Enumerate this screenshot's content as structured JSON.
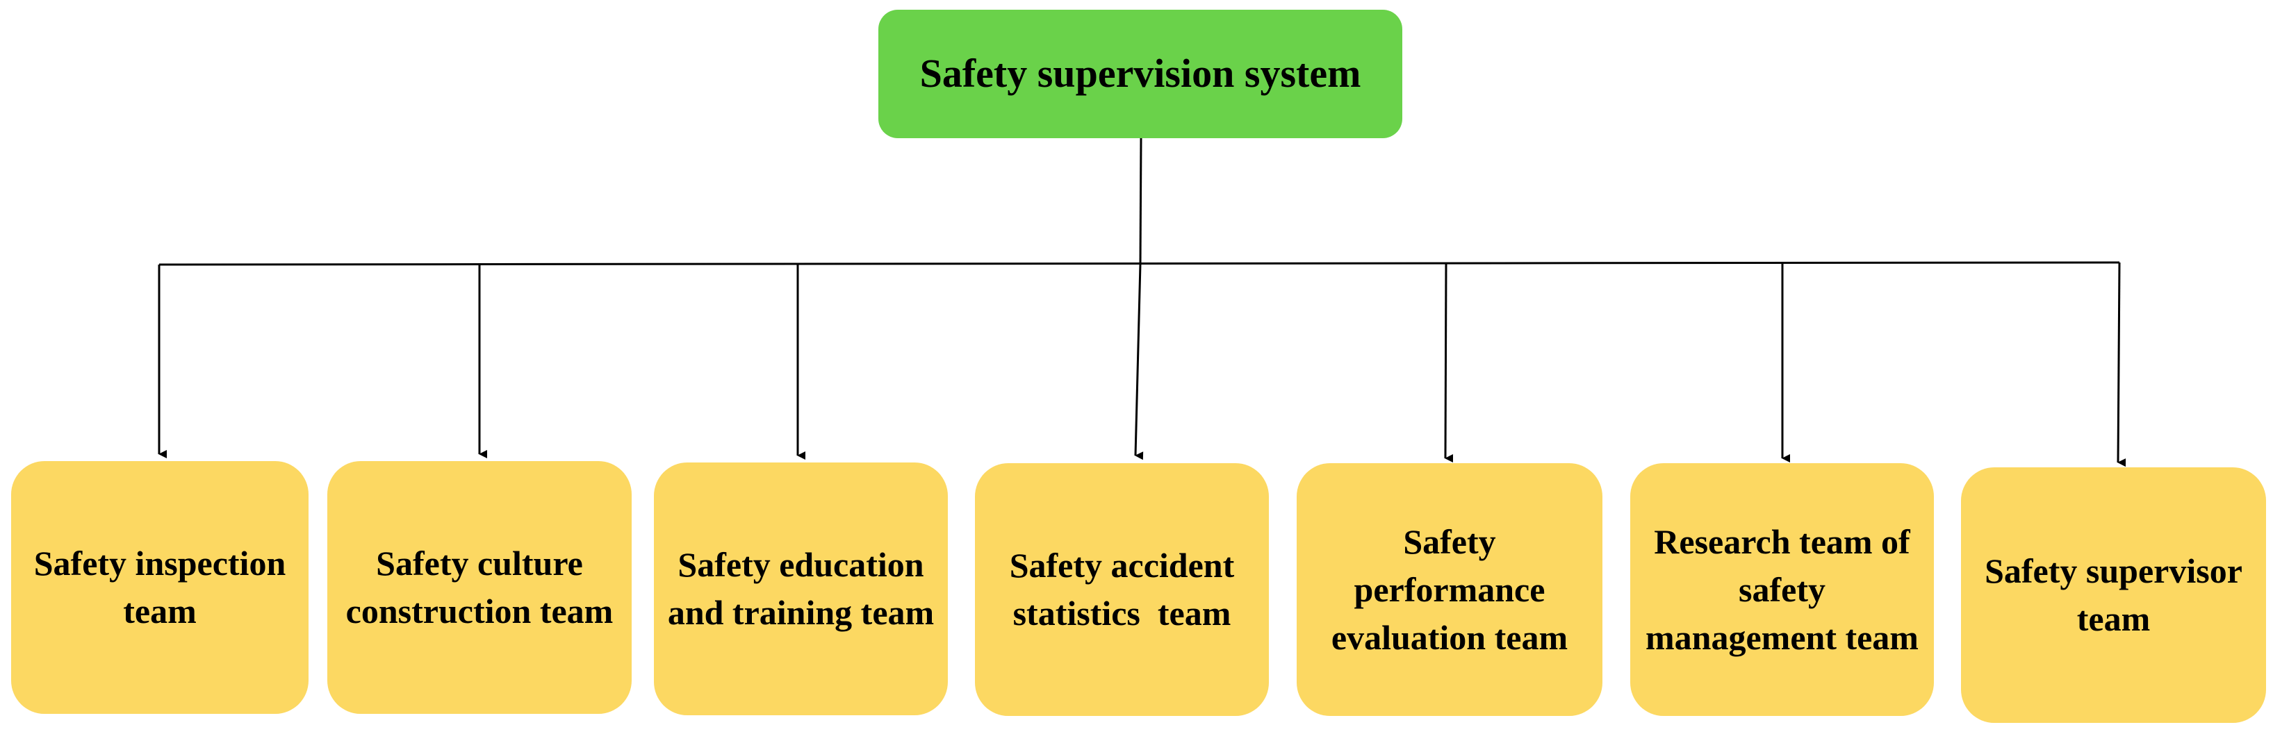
{
  "diagram": {
    "root": {
      "label": "Safety supervision system",
      "color": "#6ad24a"
    },
    "team_color": "#fcd862",
    "line_color": "#000000",
    "teams": [
      {
        "label": "Safety inspection team"
      },
      {
        "label": "Safety culture construction team"
      },
      {
        "label": "Safety education and training team"
      },
      {
        "label": "Safety accident statistics  team"
      },
      {
        "label": "Safety performance evaluation team"
      },
      {
        "label": "Research team of safety management team"
      },
      {
        "label": "Safety supervisor team"
      }
    ]
  }
}
